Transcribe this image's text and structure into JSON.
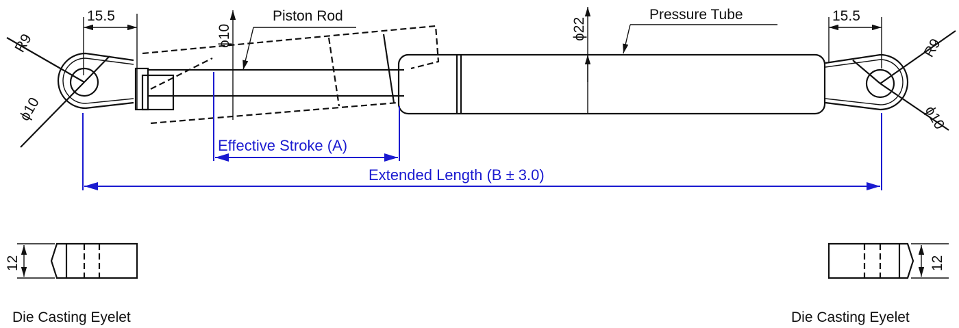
{
  "dimensions": {
    "left_width": "15.5",
    "right_width": "15.5",
    "left_radius": "R9",
    "right_radius": "R9",
    "left_hole_dia": "ϕ10",
    "right_hole_dia": "ϕ10",
    "rod_dia": "ϕ10",
    "tube_dia": "ϕ22",
    "left_thickness": "12",
    "right_thickness": "12"
  },
  "labels": {
    "piston_rod": "Piston Rod",
    "pressure_tube": "Pressure Tube",
    "effective_stroke": "Effective Stroke (A)",
    "extended_length": "Extended Length (B ± 3.0)",
    "left_eyelet": "Die Casting Eyelet",
    "right_eyelet": "Die Casting Eyelet"
  },
  "colors": {
    "dimension_blue": "#1a1ad0",
    "line": "#111111"
  }
}
